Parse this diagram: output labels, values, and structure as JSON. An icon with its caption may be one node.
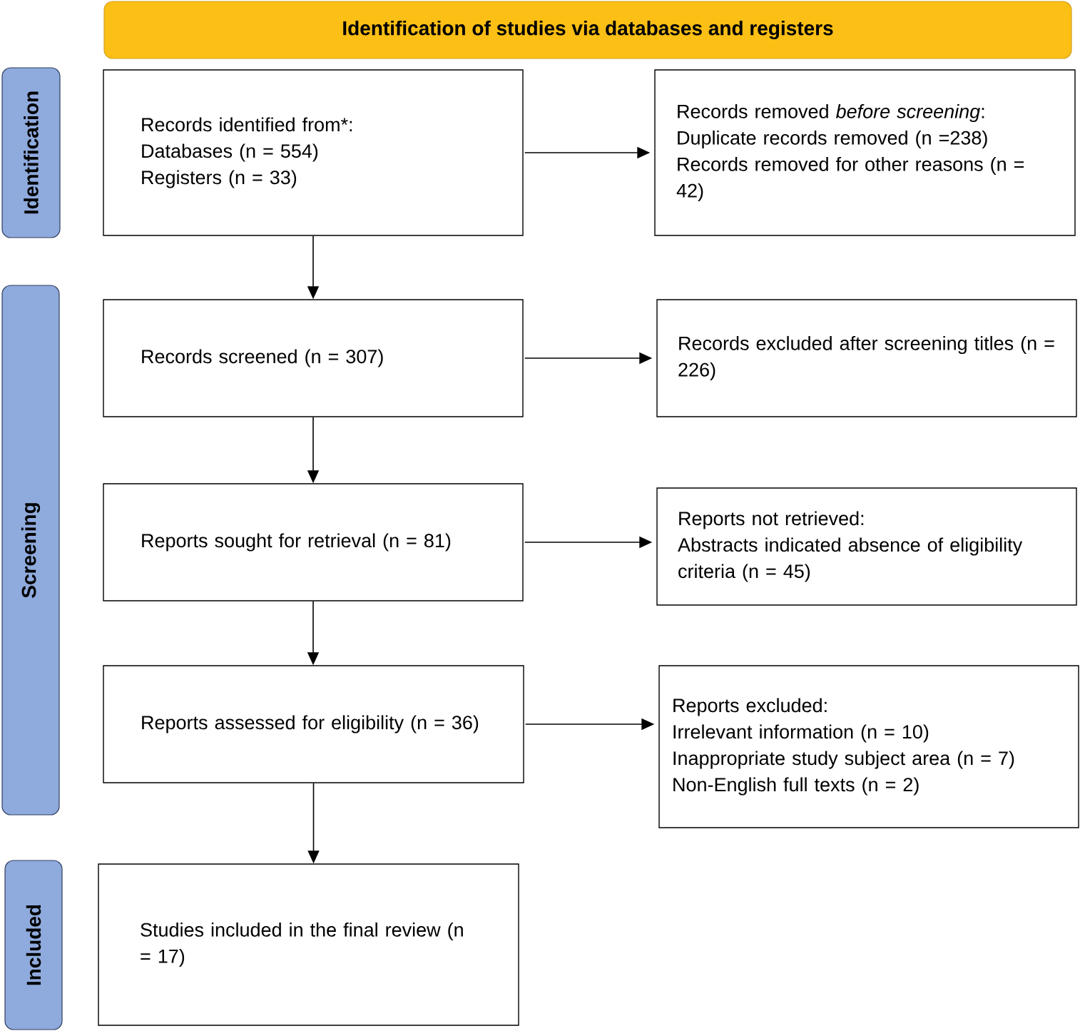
{
  "diagram": {
    "nodes": [
      {
        "text": [
          "Identification of studies via databases and registers"
        ]
      },
      {
        "text": [
          "Identification"
        ]
      },
      {
        "text": [
          "Screening"
        ]
      },
      {
        "text": [
          "Included"
        ]
      },
      {
        "text": [
          "Records identified from*:",
          "Databases (n = 554)",
          "Registers (n = 33)"
        ]
      },
      {
        "text": [
          "Records removed *before screening*:",
          "Duplicate records removed (n =238)",
          "Records removed for other reasons (n = 42)"
        ]
      },
      {
        "text": [
          "Records screened (n = 307)"
        ]
      },
      {
        "text": [
          "Records excluded after screening titles (n = 226)"
        ]
      },
      {
        "text": [
          "Reports sought for retrieval (n = 81)"
        ]
      },
      {
        "text": [
          "Reports not retrieved:",
          "Abstracts indicated absence of eligibility criteria (n = 45)"
        ]
      },
      {
        "text": [
          "Reports assessed for eligibility (n = 36)"
        ]
      },
      {
        "text": [
          "Reports excluded:",
          "Irrelevant information (n = 10)",
          "Inappropriate study subject area (n = 7)",
          "Non-English full texts (n = 2)"
        ]
      },
      {
        "text": [
          "Studies included in the final review (n = 17)"
        ]
      }
    ],
    "edges": [
      {
        "from": 4,
        "to": 5,
        "arrow": "to"
      },
      {
        "from": 4,
        "to": 6,
        "arrow": "to"
      },
      {
        "from": 6,
        "to": 7,
        "arrow": "to"
      },
      {
        "from": 6,
        "to": 8,
        "arrow": "to"
      },
      {
        "from": 8,
        "to": 9,
        "arrow": "to"
      },
      {
        "from": 8,
        "to": 10,
        "arrow": "to"
      },
      {
        "from": 10,
        "to": 11,
        "arrow": "to"
      },
      {
        "from": 10,
        "to": 12,
        "arrow": "to"
      }
    ]
  }
}
